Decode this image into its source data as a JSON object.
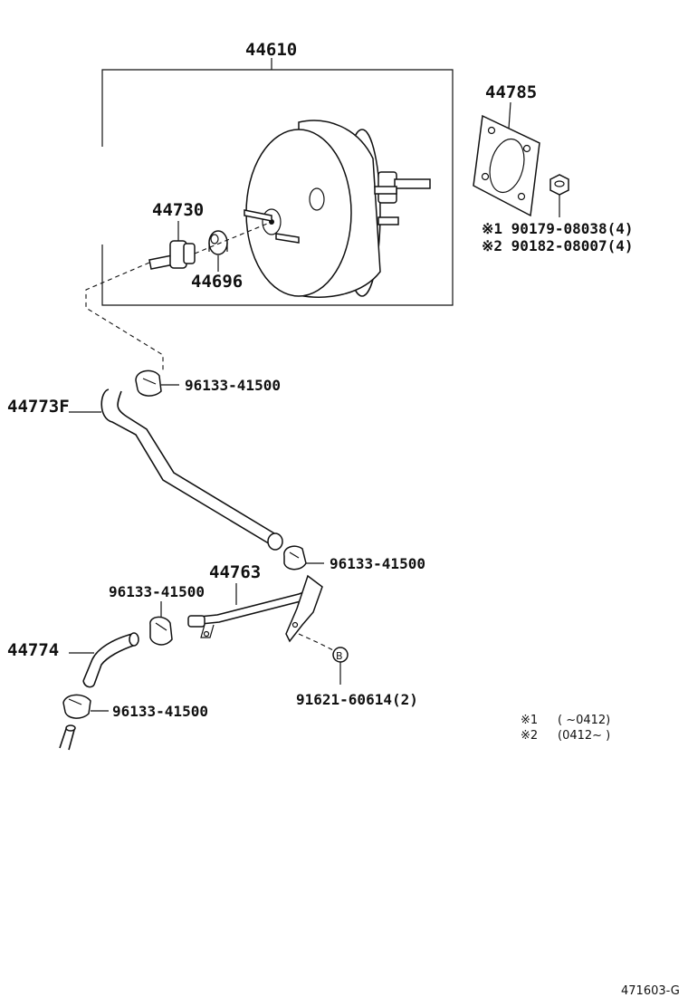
{
  "callouts": {
    "booster_assy": "44610",
    "gasket": "44785",
    "check_valve": "44730",
    "grommet": "44696",
    "nut_note1": "※1 90179-08038(4)",
    "nut_note2": "※2 90182-08007(4)",
    "clip_top": "96133-41500",
    "hose_upper": "44773F",
    "clip_mid_right": "96133-41500",
    "pipe": "44763",
    "clip_mid_left": "96133-41500",
    "hose_lower": "44774",
    "clip_bottom": "96133-41500",
    "bolt": "91621-60614(2)",
    "bolt_marker": "B"
  },
  "legend": {
    "row1_mark": "※1",
    "row1_range": "(      ~0412)",
    "row2_mark": "※2",
    "row2_range": "(0412~      )"
  },
  "figure_code": "471603-G"
}
